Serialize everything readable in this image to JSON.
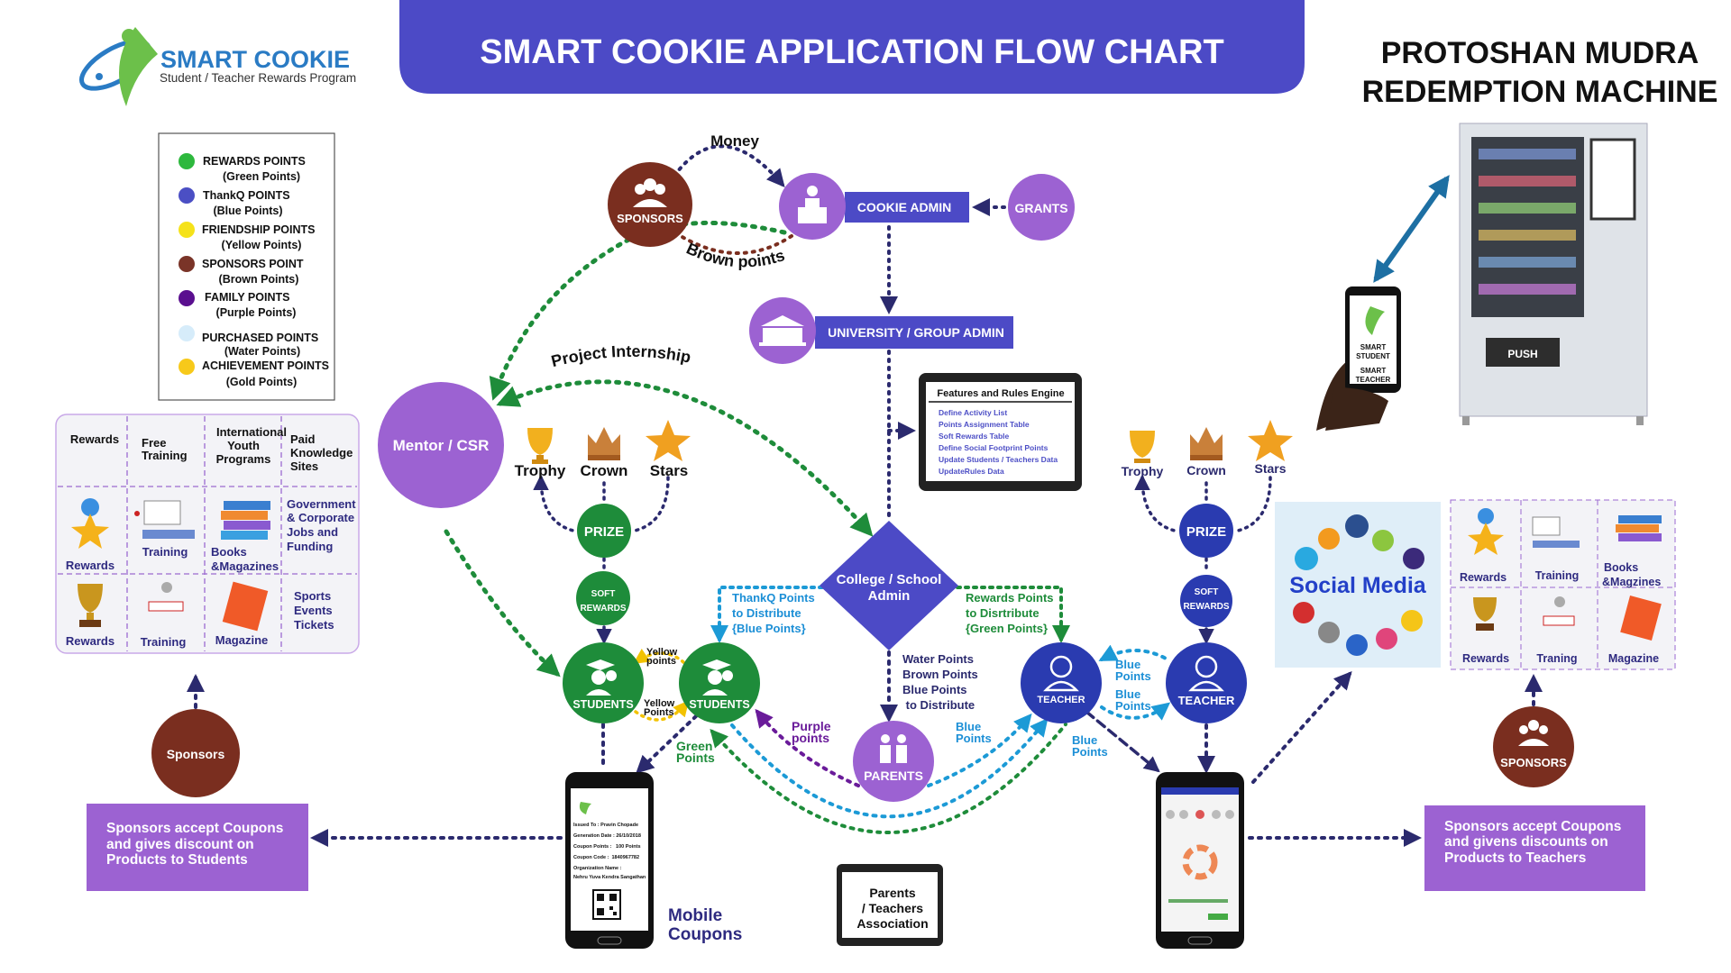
{
  "header": {
    "title": "SMART COOKIE APPLICATION FLOW CHART"
  },
  "logo": {
    "name": "SMART COOKIE",
    "tagline": "Student / Teacher Rewards Program"
  },
  "machine": {
    "title_lines": [
      "PROTOSHAN MUDRA",
      "REDEMPTION MACHINE"
    ],
    "button": "PUSH",
    "phone_lines": [
      "SMART",
      "STUDENT",
      "SMART",
      "TEACHER"
    ]
  },
  "legend": [
    {
      "label": "REWARDS POINTS",
      "sub": "(Green Points)",
      "color": "#2db83d"
    },
    {
      "label": "ThankQ POINTS",
      "sub": "(Blue Points)",
      "color": "#4b4fc4"
    },
    {
      "label": "FRIENDSHIP POINTS",
      "sub": "(Yellow Points)",
      "color": "#f5e21a"
    },
    {
      "label": "SPONSORS POINT",
      "sub": "(Brown Points)",
      "color": "#7a3428"
    },
    {
      "label": "FAMILY POINTS",
      "sub": "(Purple Points)",
      "color": "#5a0f8f"
    },
    {
      "label": "PURCHASED POINTS",
      "sub": "(Water Points)",
      "color": "#d6ecfa"
    },
    {
      "label": "ACHIEVEMENT POINTS",
      "sub": "(Gold Points)",
      "color": "#f7c91a"
    }
  ],
  "left_grid": {
    "headers": [
      [
        "Rewards"
      ],
      [
        "Free",
        "Training"
      ],
      [
        "International",
        "Youth",
        "Programs"
      ],
      [
        "Paid",
        "Knowledge",
        "Sites"
      ]
    ],
    "row2": [
      [
        "Rewards"
      ],
      [
        "Training"
      ],
      [
        "Books",
        "&Magazines"
      ],
      [
        "Government",
        "& Corporate",
        "Jobs and",
        "Funding"
      ]
    ],
    "row3": [
      [
        "Rewards"
      ],
      [
        "Training"
      ],
      [
        "Magazine"
      ],
      [
        "Sports",
        "Events",
        "Tickets"
      ]
    ]
  },
  "right_grid": {
    "row1": [
      [
        "Rewards"
      ],
      [
        "Training"
      ],
      [
        "Books",
        "&Magzines"
      ]
    ],
    "row2": [
      [
        "Rewards"
      ],
      [
        "Traning"
      ],
      [
        "Magazine"
      ]
    ]
  },
  "icons": {
    "trophy": "Trophy",
    "crown": "Crown",
    "stars": "Stars"
  },
  "nodes": {
    "sponsors_top": "SPONSORS",
    "cookie_admin": "COOKIE ADMIN",
    "grants": "GRANTS",
    "university": "UNIVERSITY / GROUP ADMIN",
    "mentor": "Mentor / CSR",
    "prize": "PRIZE",
    "soft_rewards": [
      "SOFT",
      "REWARDS"
    ],
    "students": "STUDENTS",
    "college": [
      "College / School",
      "Admin"
    ],
    "parents": "PARENTS",
    "teacher": "TEACHER",
    "sponsors_left": "Sponsors",
    "sponsors_right": "SPONSORS"
  },
  "edges": {
    "money": "Money",
    "brown_points": "Brown points",
    "project_internship": "Project Internship",
    "thankq": [
      "ThankQ Points",
      "to Distribute",
      "{Blue Points}"
    ],
    "rewards_points": [
      "Rewards Points",
      "to Disrtribute",
      "{Green Points}"
    ],
    "water": [
      "Water Points",
      "Brown Points",
      "Blue Points",
      " to Distribute"
    ],
    "yellow_top": [
      "Yellow",
      "points"
    ],
    "yellow_bottom": [
      "Yellow",
      "Points"
    ],
    "purple": [
      "Purple",
      "points"
    ],
    "green": [
      "Green",
      "Points"
    ],
    "blue": [
      "Blue",
      "Points"
    ]
  },
  "features": {
    "title": "Features and Rules Engine",
    "items": [
      "Define Activity List",
      "Points Assignment Table",
      "Soft Rewards Table",
      "Define Social Footprint Points",
      "Update Students / Teachers Data",
      "UpdateRules Data"
    ]
  },
  "coupon": {
    "lines": [
      "Issued To : Pravin Chopade",
      "Generation Date : 26/10/2018",
      "Coupon Points :   100 Points",
      "Coupon Code :  1840967782",
      "Organization Name :",
      "Nehru Yuva Kendra Sangathan"
    ],
    "caption": [
      "Mobile",
      "Coupons"
    ]
  },
  "pta": [
    "Parents",
    "/ Teachers",
    "Association"
  ],
  "social_media": "Social Media",
  "coupon_boxes": {
    "left": [
      "Sponsors accept Coupons",
      "and gives discount on",
      "Products to Students"
    ],
    "right": [
      "Sponsors accept Coupons",
      "and givens discounts on",
      "Products to Teachers"
    ]
  },
  "colors": {
    "banner": "#4c4ac6",
    "green": "#1e8c3a",
    "teacher_blue": "#2a3bb0",
    "light_purple": "#9c62d2",
    "brown": "#7a2e1f"
  }
}
